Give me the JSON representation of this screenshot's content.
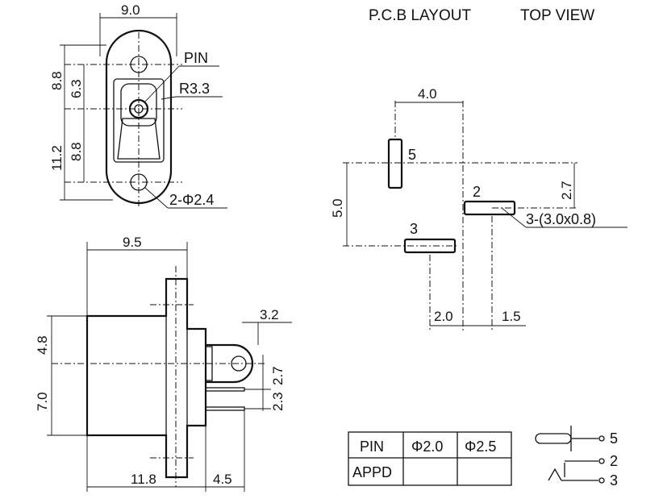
{
  "headers": {
    "pcb_layout": "P.C.B LAYOUT",
    "top_view": "TOP VIEW"
  },
  "front_view": {
    "width": "9.0",
    "h_upper_outer": "8.8",
    "h_upper_inner": "6.3",
    "h_lower_outer": "11.2",
    "h_lower_inner": "8.8",
    "pin_label": "PIN",
    "radius_label": "R3.3",
    "hole_label": "2-Φ2.4"
  },
  "side_view": {
    "width_top": "9.5",
    "tab_offset": "3.2",
    "h_upper": "4.8",
    "h_lower": "7.0",
    "pin_spacing_a": "2.7",
    "pin_spacing_b": "2.3",
    "body_length": "11.8",
    "pin_length": "4.5"
  },
  "pcb": {
    "spacing_top": "4.0",
    "spacing_left": "5.0",
    "spacing_right": "2.7",
    "bottom_a": "2.0",
    "bottom_b": "1.5",
    "pad_5": "5",
    "pad_2": "2",
    "pad_3": "3",
    "pad_size": "3-(3.0x0.8)"
  },
  "table": {
    "headers": [
      "PIN",
      "Φ2.0",
      "Φ2.5"
    ],
    "row_label": "APPD"
  },
  "schematic": {
    "pin_5": "5",
    "pin_2": "2",
    "pin_3": "3"
  }
}
